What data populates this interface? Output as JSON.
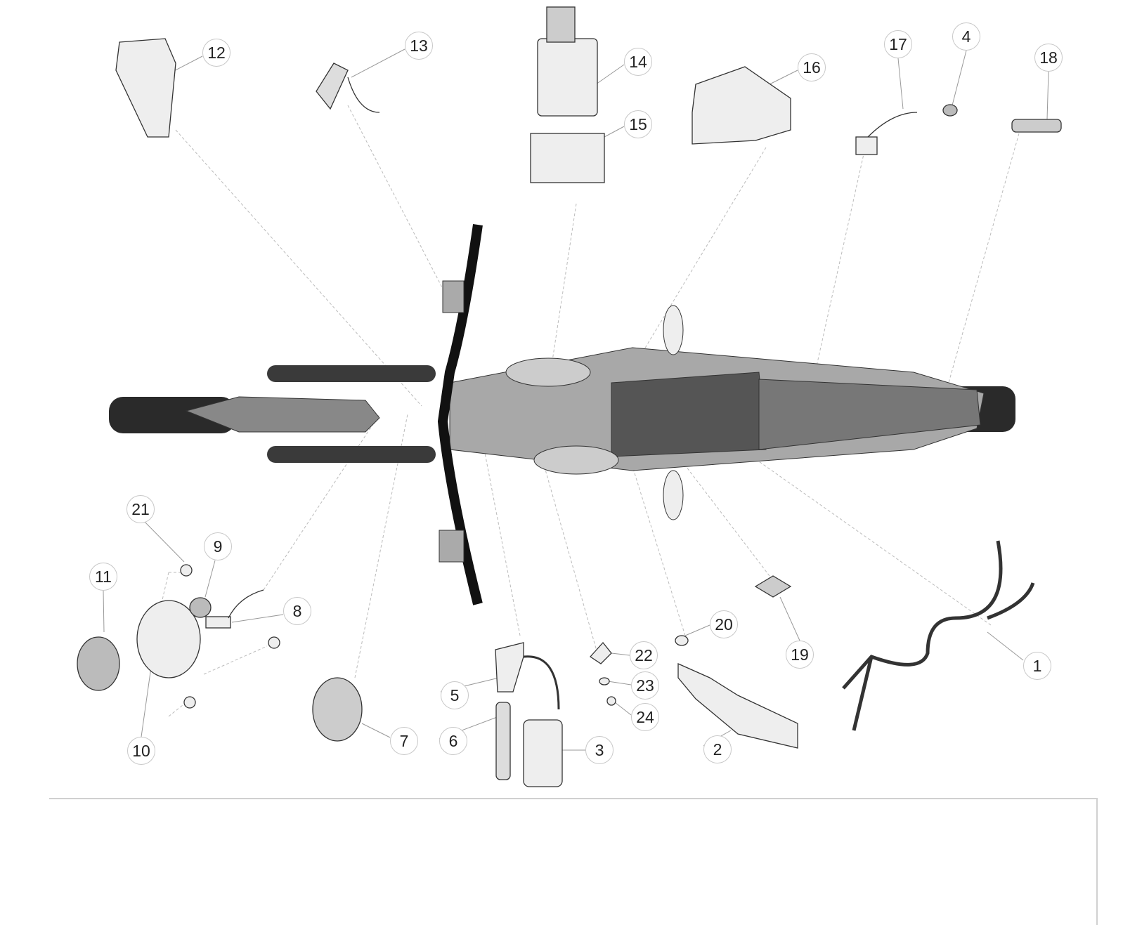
{
  "diagram": {
    "callouts": [
      "1",
      "2",
      "3",
      "4",
      "5",
      "6",
      "7",
      "8",
      "9",
      "10",
      "11",
      "12",
      "13",
      "14",
      "15",
      "16",
      "17",
      "18",
      "19",
      "20",
      "21",
      "22",
      "23",
      "24"
    ]
  },
  "colors": {
    "line": "#333333",
    "leader": "#bbbbbb",
    "dark": "#2a2a2a",
    "body": "#9a9a9a"
  }
}
